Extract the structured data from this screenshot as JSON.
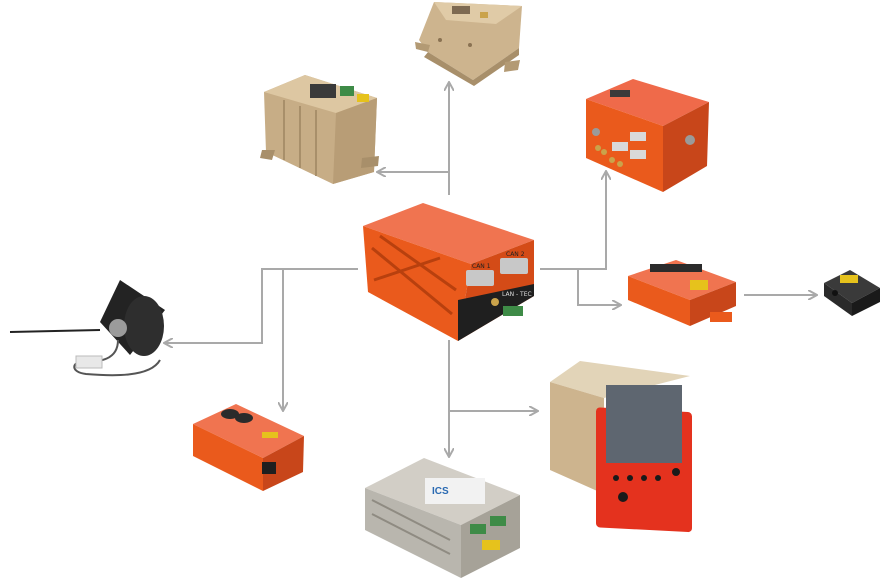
{
  "diagram": {
    "hub": {
      "port_labels": [
        "CAN 1",
        "CAN 2"
      ],
      "panel_label": "LAN - TEC"
    },
    "bottom_unit": {
      "logo_text": "ICS"
    },
    "colors": {
      "connector": "#a9a9a9",
      "orange": "#ea5a1c",
      "orange_dark": "#b8400e",
      "gold": "#cdb48e",
      "gold_dark": "#a88f6a",
      "silver": "#b9b6ae",
      "black": "#222222",
      "panel_red": "#e4321e",
      "screen": "#5e6670"
    },
    "devices": [
      "main-control-unit",
      "gold-unit-top",
      "gold-unit-upper-left",
      "red-unit-upper-right",
      "orange-module-right",
      "laser-sensor",
      "gps-antenna",
      "orange-imu-unit",
      "silver-unit-bottom",
      "display-panel"
    ]
  }
}
